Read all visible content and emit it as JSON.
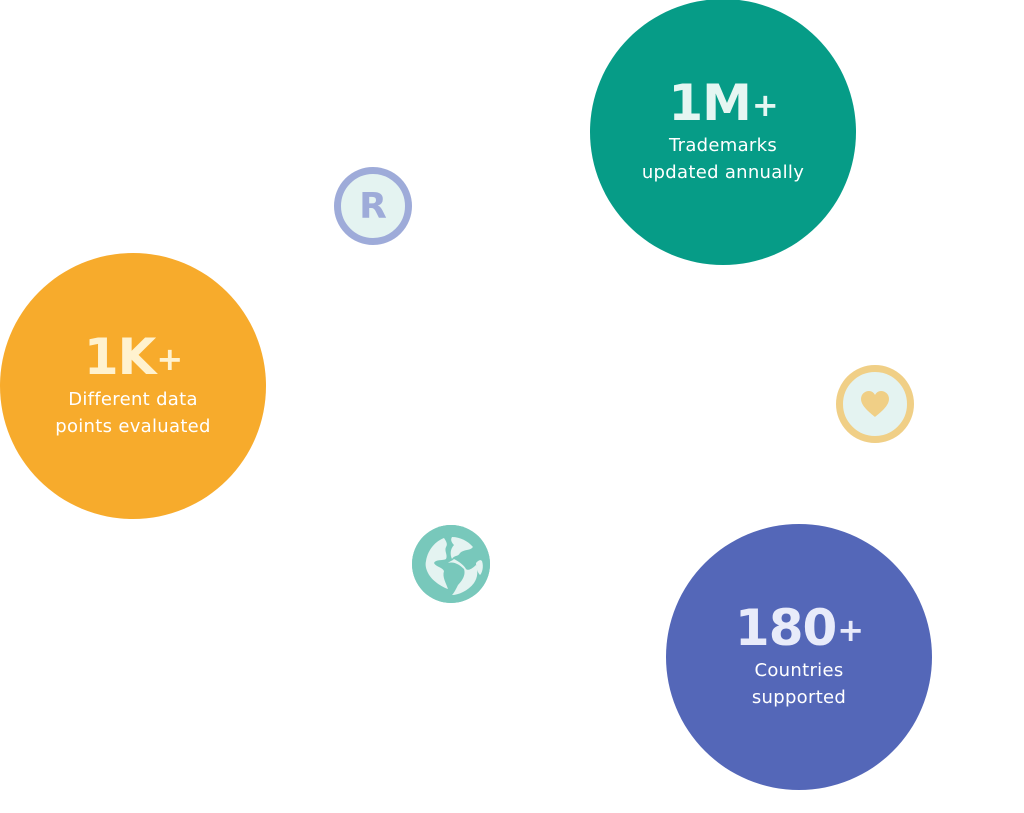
{
  "stats": [
    {
      "id": "trademarks",
      "value": "1M",
      "suffix": "+",
      "label_line1": "Trademarks",
      "label_line2": "updated annually",
      "color": "#069c87"
    },
    {
      "id": "datapoints",
      "value": "1K",
      "suffix": "+",
      "label_line1": "Different data",
      "label_line2": "points evaluated",
      "color": "#f7ab2c"
    },
    {
      "id": "countries",
      "value": "180",
      "suffix": "+",
      "label_line1": "Countries",
      "label_line2": "supported",
      "color": "#5467b8"
    }
  ],
  "icons": [
    {
      "name": "registered-trademark-icon",
      "glyph": "R",
      "ring_color": "#9eabd9"
    },
    {
      "name": "heart-icon",
      "ring_color": "#f0cf86"
    },
    {
      "name": "globe-icon",
      "color": "#78c8bb"
    }
  ]
}
